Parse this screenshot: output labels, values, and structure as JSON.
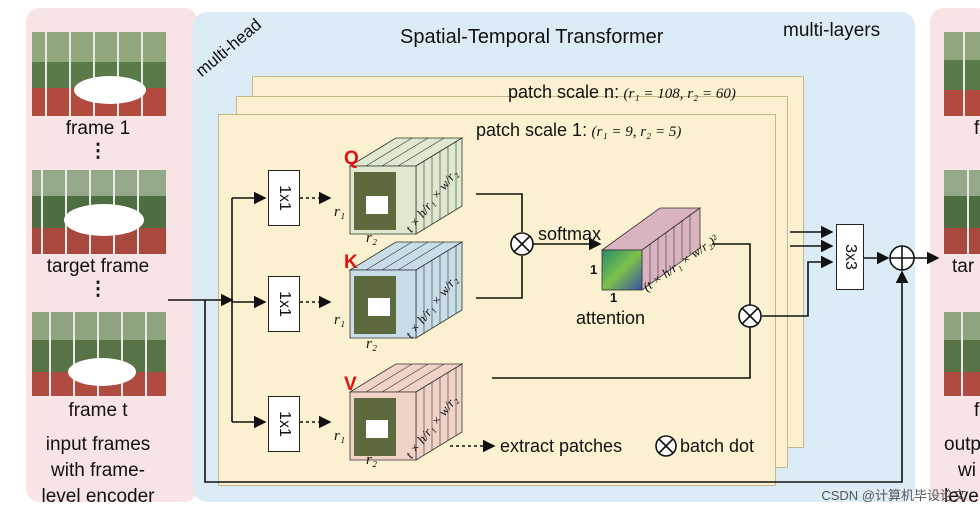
{
  "title": "Spatial-Temporal Transformer",
  "multi_layers": "multi-layers",
  "multi_head": "multi-head",
  "scale_n": {
    "label": "patch scale n:",
    "params": "(r₁ = 108, r₂ = 60)"
  },
  "scale_1": {
    "label": "patch scale 1:",
    "params": "(r₁ = 9, r₂ = 5)"
  },
  "left": {
    "frames": [
      "frame 1",
      "target frame",
      "frame t"
    ],
    "dots": "⋮",
    "caption": [
      "input frames",
      "with frame-",
      "level encoder"
    ]
  },
  "right": {
    "frame_labels": [
      "f",
      "tar",
      "f"
    ],
    "caption": [
      "outp",
      "wi",
      "leve"
    ]
  },
  "conv1x1": "1x1",
  "conv3x3": "3x3",
  "qkv": [
    "Q",
    "K",
    "V"
  ],
  "r1": "r₁",
  "r2": "r₂",
  "dim_qk": "t × h/r₁ × w/r₂",
  "dim_attn": "(t × h/r₁ × w/r₂)²",
  "softmax": "softmax",
  "attention": "attention",
  "one": "1",
  "legend_extract": "extract patches",
  "legend_batch": "batch dot",
  "watermark": "CSDN @计算机毕设论文",
  "colors": {
    "left_panel": "#f8e4e4",
    "main_panel": "#dcecf6",
    "card": "#fbf0cf",
    "qkv_label": "#e01010",
    "q_stack": "#dfe9cf",
    "k_stack": "#c9dde9",
    "v_stack": "#f1d2c7",
    "attn_stack": "#d9b3c0"
  }
}
